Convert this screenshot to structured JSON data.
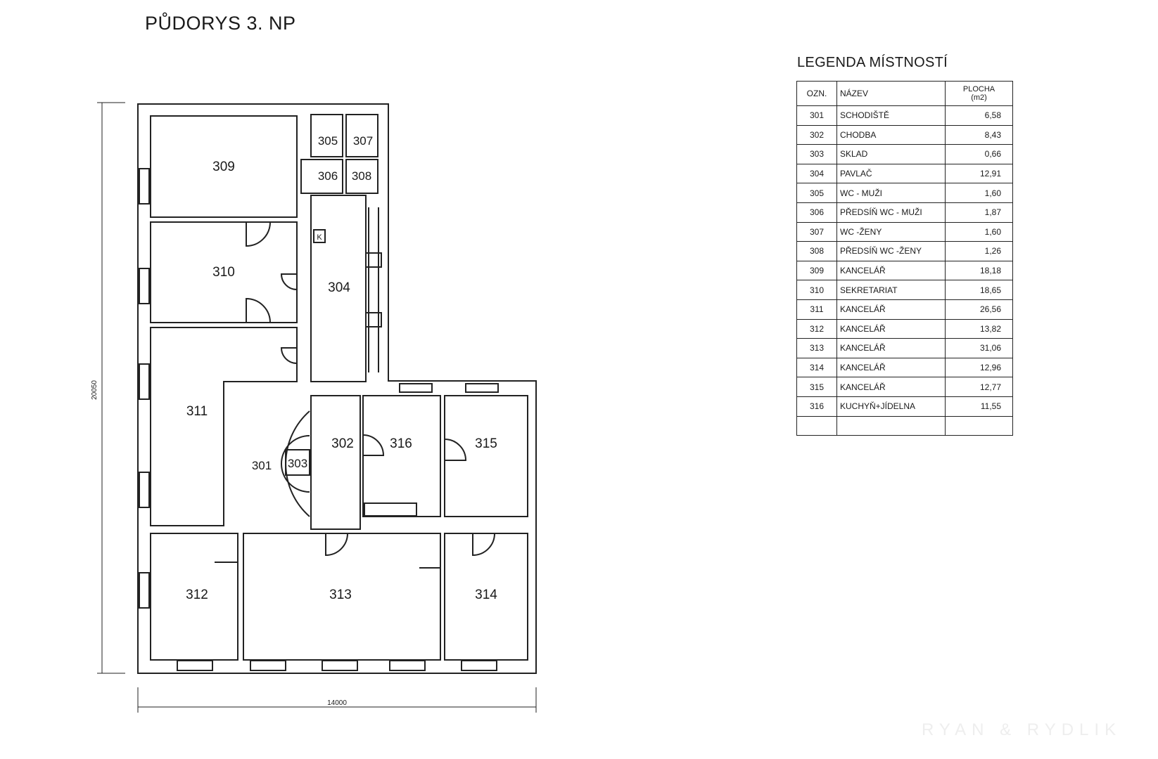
{
  "title": "PŮDORYS 3. NP",
  "dimensions": {
    "height": "20050",
    "width": "14000"
  },
  "room_labels": [
    "301",
    "302",
    "303",
    "304",
    "305",
    "306",
    "307",
    "308",
    "309",
    "310",
    "311",
    "312",
    "313",
    "314",
    "315",
    "316"
  ],
  "stair_mark": "K",
  "legend": {
    "title": "LEGENDA MÍSTNOSTÍ",
    "headers": {
      "code": "OZN.",
      "name": "NÁZEV",
      "area": "PLOCHA",
      "area_unit": "(m2)"
    },
    "rows": [
      {
        "code": "301",
        "name": "SCHODIŠTĚ",
        "area": "6,58"
      },
      {
        "code": "302",
        "name": "CHODBA",
        "area": "8,43"
      },
      {
        "code": "303",
        "name": "SKLAD",
        "area": "0,66"
      },
      {
        "code": "304",
        "name": "PAVLAČ",
        "area": "12,91"
      },
      {
        "code": "305",
        "name": "WC - MUŽI",
        "area": "1,60"
      },
      {
        "code": "306",
        "name": "PŘEDSÍŇ WC - MUŽI",
        "area": "1,87"
      },
      {
        "code": "307",
        "name": "WC -ŽENY",
        "area": "1,60"
      },
      {
        "code": "308",
        "name": "PŘEDSÍŇ WC -ŽENY",
        "area": "1,26"
      },
      {
        "code": "309",
        "name": "KANCELÁŘ",
        "area": "18,18"
      },
      {
        "code": "310",
        "name": "SEKRETARIAT",
        "area": "18,65"
      },
      {
        "code": "311",
        "name": "KANCELÁŘ",
        "area": "26,56"
      },
      {
        "code": "312",
        "name": "KANCELÁŘ",
        "area": "13,82"
      },
      {
        "code": "313",
        "name": "KANCELÁŘ",
        "area": "31,06"
      },
      {
        "code": "314",
        "name": "KANCELÁŘ",
        "area": "12,96"
      },
      {
        "code": "315",
        "name": "KANCELÁŘ",
        "area": "12,77"
      },
      {
        "code": "316",
        "name": "KUCHYŇ+JÍDELNA",
        "area": "11,55"
      },
      {
        "code": "",
        "name": "",
        "area": ""
      }
    ]
  },
  "watermark": "RYAN & RYDLIK"
}
